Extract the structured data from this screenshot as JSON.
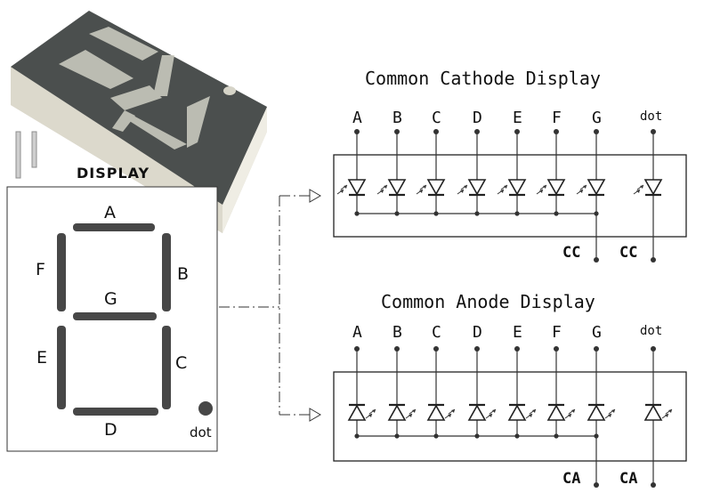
{
  "display_label": "DISPLAY",
  "segments": {
    "labels": [
      "A",
      "B",
      "C",
      "D",
      "E",
      "F",
      "G"
    ],
    "dot_label": "dot"
  },
  "common_cathode": {
    "title": "Common Cathode Display",
    "pins": [
      "A",
      "B",
      "C",
      "D",
      "E",
      "F",
      "G",
      "dot"
    ],
    "common_labels": [
      "CC",
      "CC"
    ]
  },
  "common_anode": {
    "title": "Common Anode Display",
    "pins": [
      "A",
      "B",
      "C",
      "D",
      "E",
      "F",
      "G",
      "dot"
    ],
    "common_labels": [
      "CA",
      "CA"
    ]
  }
}
